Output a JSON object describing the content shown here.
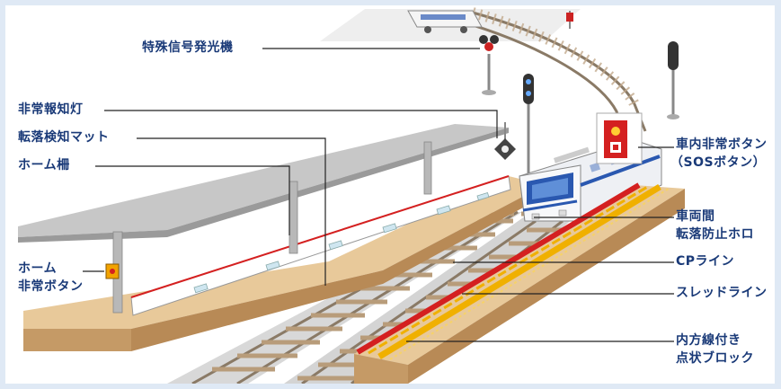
{
  "labels": {
    "special_signal": "特殊信号発光機",
    "emergency_lamp": "非常報知灯",
    "fall_mat": "転落検知マット",
    "platform_fence": "ホーム柵",
    "platform_button_1": "ホーム",
    "platform_button_2": "非常ボタン",
    "sos_button_1": "車内非常ボタン",
    "sos_button_2": "（SOSボタン）",
    "gap_guard_1": "車両間",
    "gap_guard_2": "転落防止ホロ",
    "cp_line": "CPライン",
    "sled_line": "スレッドライン",
    "tactile_1": "内方線付き",
    "tactile_2": "点状ブロック"
  },
  "colors": {
    "label_text": "#1a3a78",
    "red_line": "#d42020",
    "tactile_yellow": "#f0b000",
    "platform_top": "#e8c99a",
    "train_blue": "#2a58b0"
  }
}
